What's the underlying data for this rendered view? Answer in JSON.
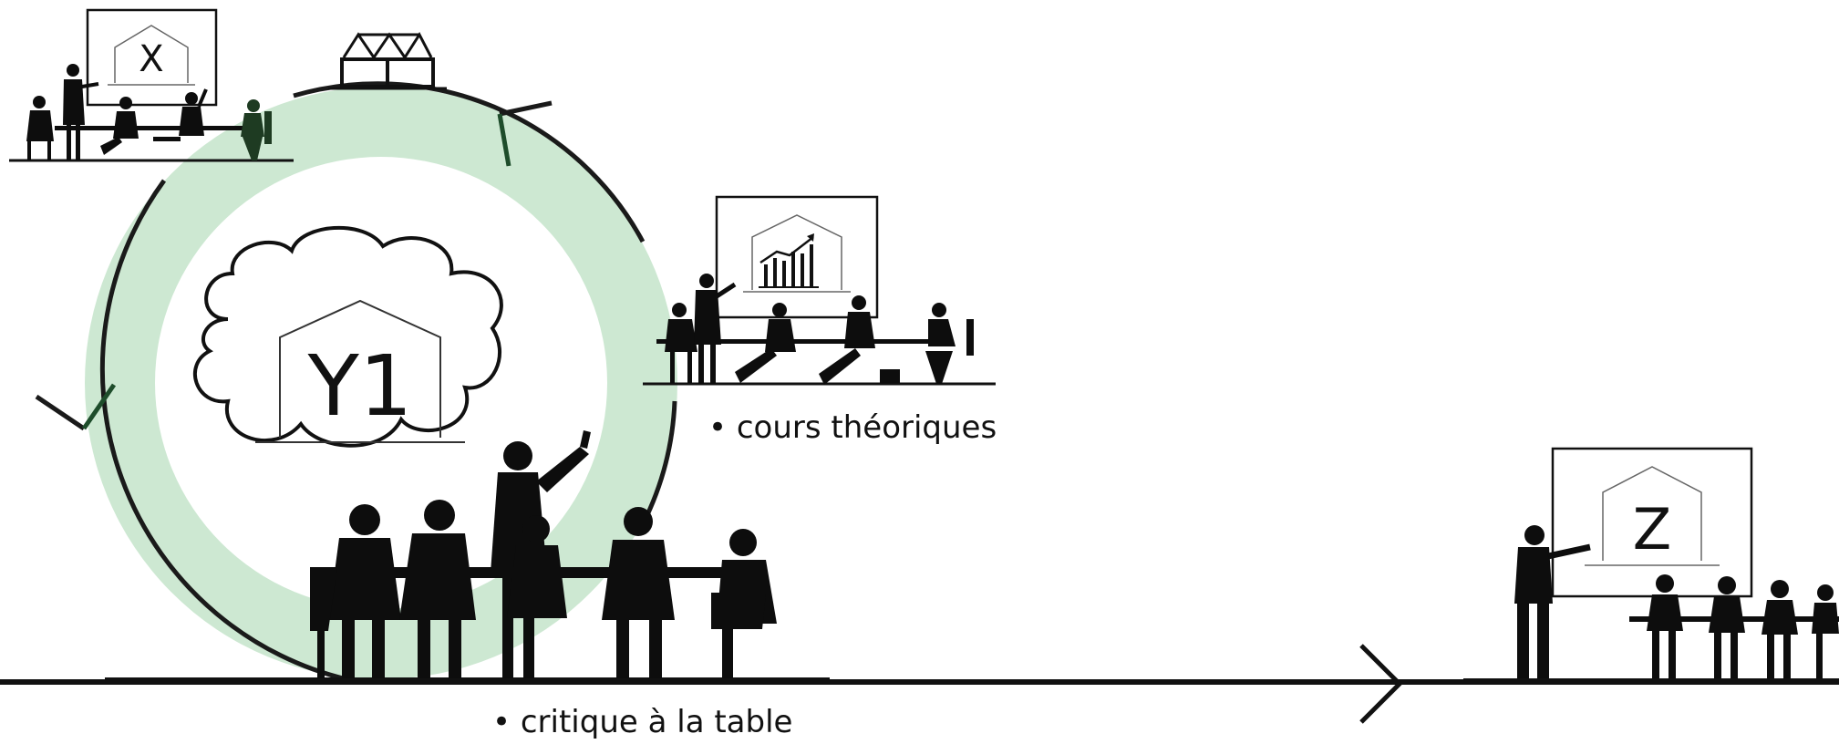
{
  "diagram": {
    "colors": {
      "ring_fill": "#cde8d2",
      "ring_stroke": "#1a1a1a",
      "ink": "#0d0d0d",
      "background": "#ffffff"
    },
    "boards": {
      "x_label": "X",
      "y1_label": "Y1",
      "z_label": "Z",
      "chart_board_icon": "rising-bar-chart-icon"
    },
    "captions": {
      "theory": "• cours théoriques",
      "table_critique": "• critique à la table"
    },
    "icons": {
      "roof_truss": "roof-truss-icon",
      "timeline_arrow": "chevron-right-icon"
    }
  }
}
